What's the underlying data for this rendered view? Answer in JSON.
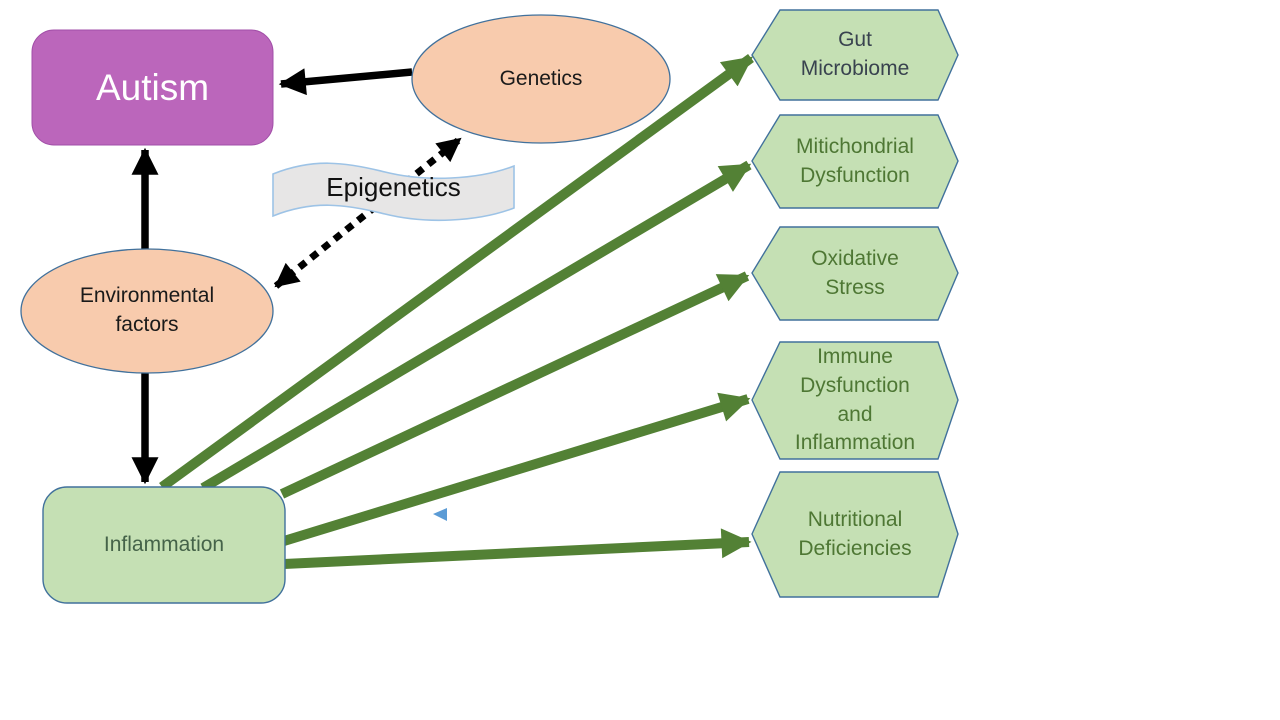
{
  "nodes": {
    "autism": "Autism",
    "genetics": "Genetics",
    "environmental": "Environmental\nfactors",
    "epigenetics": "Epigenetics",
    "inflammation": "Inflammation",
    "hexagons": [
      "Gut\nMicrobiome",
      "Mitichondrial\nDysfunction",
      "Oxidative\nStress",
      "Immune\nDysfunction\nand\nInflammation",
      "Nutritional\nDeficiencies"
    ]
  },
  "edges": [
    {
      "from": "Genetics",
      "to": "Autism",
      "style": "solid-black-arrow"
    },
    {
      "from": "Environmental factors",
      "to": "Autism",
      "style": "solid-black-arrow"
    },
    {
      "from": "Environmental factors",
      "to": "Inflammation",
      "style": "solid-black-arrow"
    },
    {
      "from": "Epigenetics",
      "to": "Genetics",
      "style": "dotted-double-arrow"
    },
    {
      "from": "Epigenetics",
      "to": "Environmental factors",
      "style": "dotted-double-arrow"
    },
    {
      "from": "Inflammation",
      "to": "Gut Microbiome",
      "style": "green-arrow"
    },
    {
      "from": "Inflammation",
      "to": "Mitichondrial Dysfunction",
      "style": "green-arrow"
    },
    {
      "from": "Inflammation",
      "to": "Oxidative Stress",
      "style": "green-arrow"
    },
    {
      "from": "Inflammation",
      "to": "Immune Dysfunction and Inflammation",
      "style": "green-arrow"
    },
    {
      "from": "Inflammation",
      "to": "Nutritional Deficiencies",
      "style": "green-arrow"
    }
  ],
  "colors": {
    "autism_fill": "#bb66bb",
    "autism_border": "#a24fa8",
    "ellipse_fill": "#f8cbad",
    "green_fill": "#c5e0b4",
    "wave_fill": "#e7e6e6",
    "wave_border": "#9dc3e6",
    "node_border": "#41719c",
    "arrow_green": "#538135",
    "arrow_black": "#000000",
    "text_autism": "#ffffff",
    "text_dark_green": "#4e7734",
    "text_gut": "#39434f",
    "text_inflammation": "#456349",
    "triangle_blue": "#5b9bd5"
  }
}
